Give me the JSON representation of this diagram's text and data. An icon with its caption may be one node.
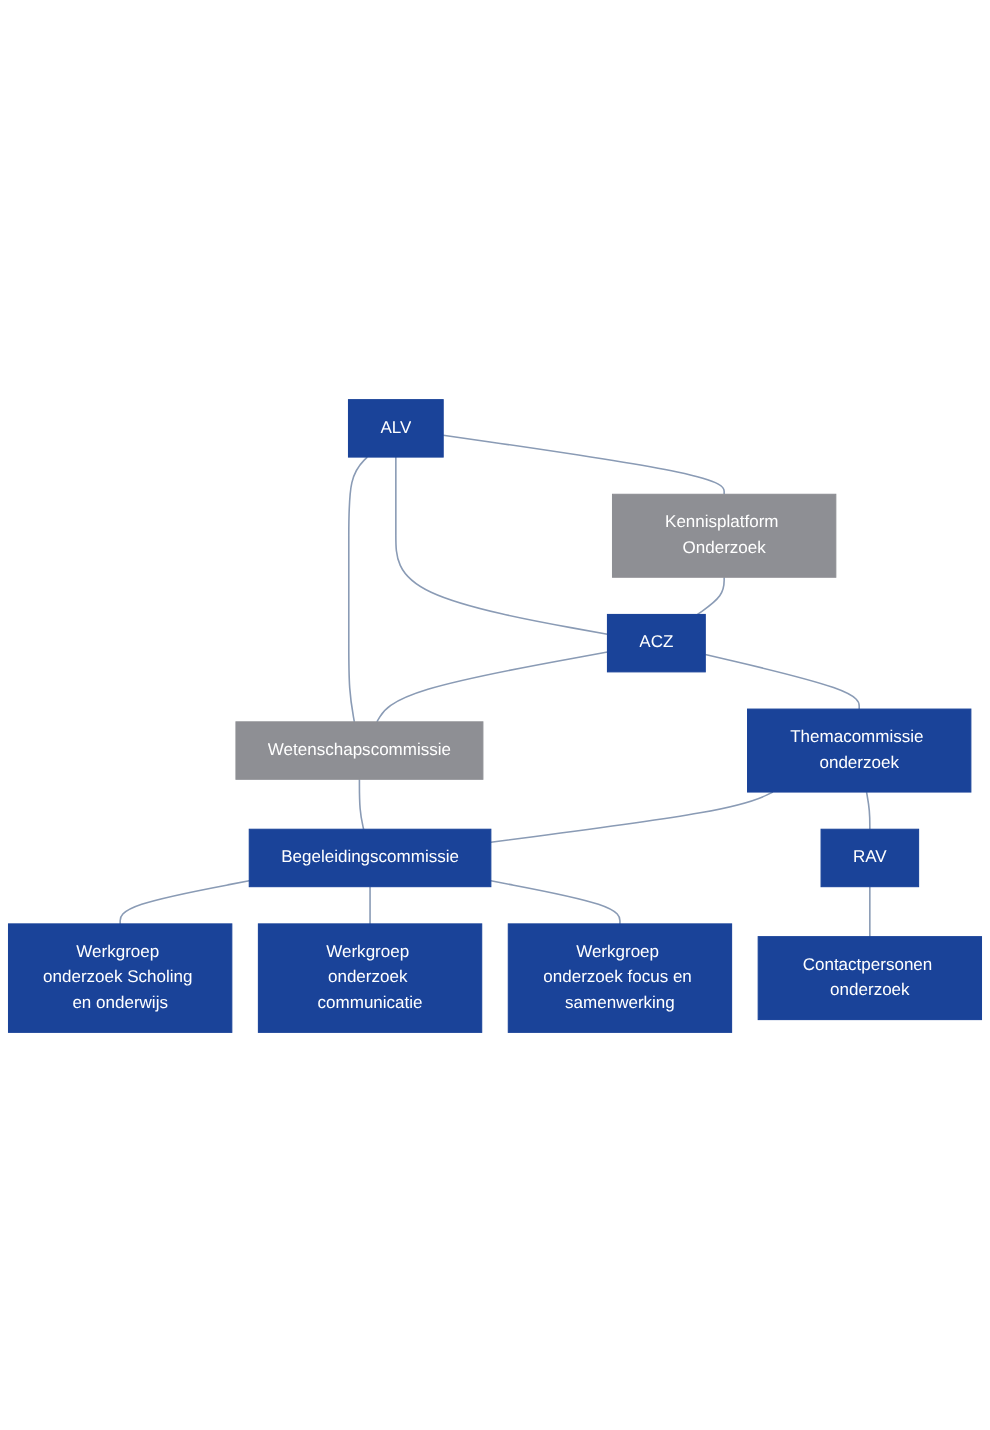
{
  "diagram": {
    "nodes": [
      {
        "text": [
          "ALV"
        ]
      },
      {
        "text": [
          "Kennisplatform Onderzoek"
        ]
      },
      {
        "text": [
          "ACZ"
        ]
      },
      {
        "text": [
          "Wetenschapscommissie"
        ]
      },
      {
        "text": [
          "Themacommissie onderzoek"
        ]
      },
      {
        "text": [
          "RAV"
        ]
      },
      {
        "text": [
          "Begeleidingscommissie"
        ]
      },
      {
        "text": [
          "Contactpersonen onderzoek"
        ]
      },
      {
        "text": [
          "Werkgroep onderzoek Scholing en onderwijs"
        ]
      },
      {
        "text": [
          "Werkgroep onderzoek communicatie"
        ]
      },
      {
        "text": [
          "Werkgroep onderzoek focus en samenwerking"
        ]
      }
    ],
    "edges": [
      {
        "from": 0,
        "to": 1,
        "arrow": "none"
      },
      {
        "from": 0,
        "to": 2,
        "arrow": "none"
      },
      {
        "from": 0,
        "to": 3,
        "arrow": "none"
      },
      {
        "from": 1,
        "to": 2,
        "arrow": "none"
      },
      {
        "from": 2,
        "to": 3,
        "arrow": "none"
      },
      {
        "from": 2,
        "to": 4,
        "arrow": "none"
      },
      {
        "from": 3,
        "to": 6,
        "arrow": "none"
      },
      {
        "from": 4,
        "to": 5,
        "arrow": "none"
      },
      {
        "from": 4,
        "to": 6,
        "arrow": "none"
      },
      {
        "from": 5,
        "to": 7,
        "arrow": "none"
      },
      {
        "from": 6,
        "to": 8,
        "arrow": "none"
      },
      {
        "from": 6,
        "to": 9,
        "arrow": "none"
      },
      {
        "from": 6,
        "to": 10,
        "arrow": "none"
      }
    ]
  }
}
